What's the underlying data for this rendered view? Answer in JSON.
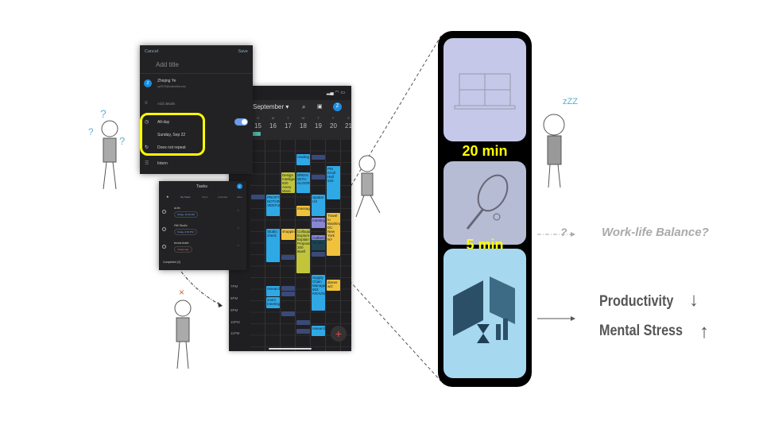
{
  "event_dialog": {
    "cancel": "Cancel",
    "save": "Save",
    "title_placeholder": "Add title",
    "avatar_letter": "Z",
    "user_name": "Zhiqing Ye",
    "user_email": "zy2679@columbia.edu",
    "add_details": "Add details",
    "all_day": "All-day",
    "date": "Sunday, Sep 22",
    "repeat": "Does not repeat",
    "calendar": "Intern",
    "all_day_on": true
  },
  "tasks_panel": {
    "title": "Tasks",
    "avatar_letter": "Z",
    "tabs": [
      "My Tasks",
      "Intern",
      "columbia",
      "other"
    ],
    "tasks": [
      {
        "name": "ai-fin",
        "chip": "Today, 11:00 AM"
      },
      {
        "name": "HW Studio",
        "chip": "Today, 6:00 PM"
      },
      {
        "name": "tennis ticket",
        "chip": "4 days ago"
      }
    ],
    "completed": "Completed (2)"
  },
  "calendar": {
    "month": "September ▾",
    "avatar_letter": "Z",
    "days": [
      {
        "l": "S",
        "n": "15"
      },
      {
        "l": "M",
        "n": "16"
      },
      {
        "l": "T",
        "n": "17"
      },
      {
        "l": "W",
        "n": "18"
      },
      {
        "l": "T",
        "n": "19"
      },
      {
        "l": "F",
        "n": "20"
      },
      {
        "l": "S",
        "n": "21"
      }
    ],
    "times": [
      "7PM",
      "8PM",
      "9PM",
      "10PM",
      "11PM"
    ],
    "events": [
      "reading",
      "Design Intelligence 820 Avery Ware",
      "BREIN WITH ALGORITHMS",
      "PM Knoll Hall 620",
      "PROPTECH NOTHING VENTURE",
      "Spatial UX",
      "massage",
      "meeting",
      "Travel to Washington DC New York NY",
      "Studio check",
      "shopping",
      "Colloquium Explore Explain Propose 200 Buell",
      "Catherine",
      "TV Wo",
      "Supply Chain Management 603 KRAVIS",
      "dinner w/z",
      "research",
      "zoom meeting",
      "research"
    ]
  },
  "right": {
    "label_20": "20 min",
    "label_5": "5 min",
    "question": "?",
    "balance": "Work-life Balance?",
    "productivity": "Productivity",
    "stress": "Mental Stress",
    "zzz": "zZZ"
  },
  "colors": {
    "blue": "#2fa8e6",
    "yellow": "#f0c23c",
    "olive": "#c2c43a",
    "purple": "#8a86d6",
    "highlight": "#ffff00"
  }
}
